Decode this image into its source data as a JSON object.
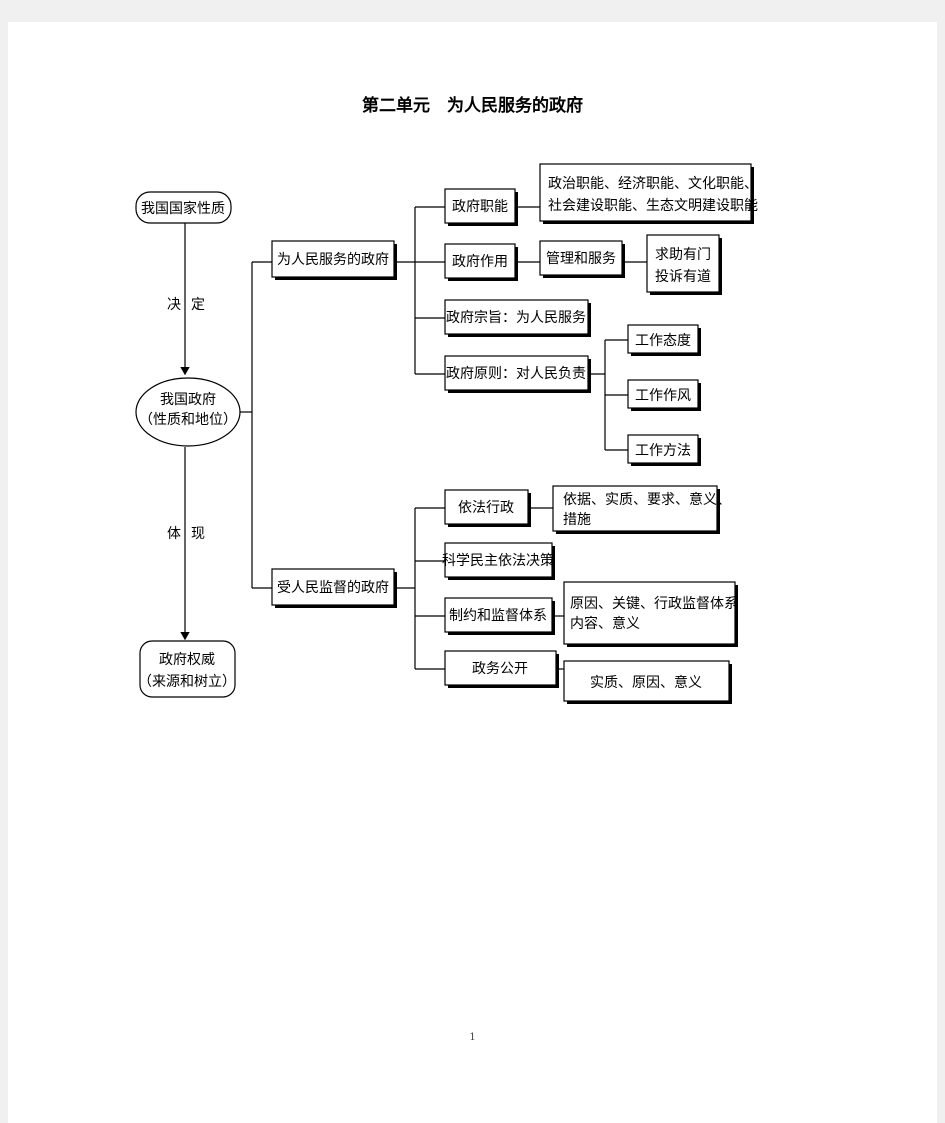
{
  "title": "第二单元　为人民服务的政府",
  "page_number": "1",
  "left": {
    "nature": "我国国家性质",
    "decide": [
      "决",
      "定"
    ],
    "gov": [
      "我国政府",
      "（性质和地位）"
    ],
    "embody": [
      "体",
      "现"
    ],
    "authority": [
      "政府权威",
      "（来源和树立）"
    ]
  },
  "branch1": {
    "label": "为人民服务的政府",
    "functions": {
      "label": "政府职能",
      "detail": [
        "政治职能、经济职能、文化职能、",
        "社会建设职能、生态文明建设职能"
      ]
    },
    "roles": {
      "label": "政府作用",
      "detail": "管理和服务",
      "sub": [
        "求助有门",
        "投诉有道"
      ]
    },
    "purpose": "政府宗旨：为人民服务",
    "principle": {
      "label": "政府原则：对人民负责",
      "items": [
        "工作态度",
        "工作作风",
        "工作方法"
      ]
    }
  },
  "branch2": {
    "label": "受人民监督的政府",
    "law": {
      "label": "依法行政",
      "detail": [
        "依据、实质、要求、意义、",
        "措施"
      ]
    },
    "decision": "科学民主依法决策",
    "supervision": {
      "label": "制约和监督体系",
      "detail": [
        "原因、关键、行政监督体系",
        "内容、意义"
      ]
    },
    "openness": {
      "label": "政务公开",
      "detail": "实质、原因、意义"
    }
  }
}
